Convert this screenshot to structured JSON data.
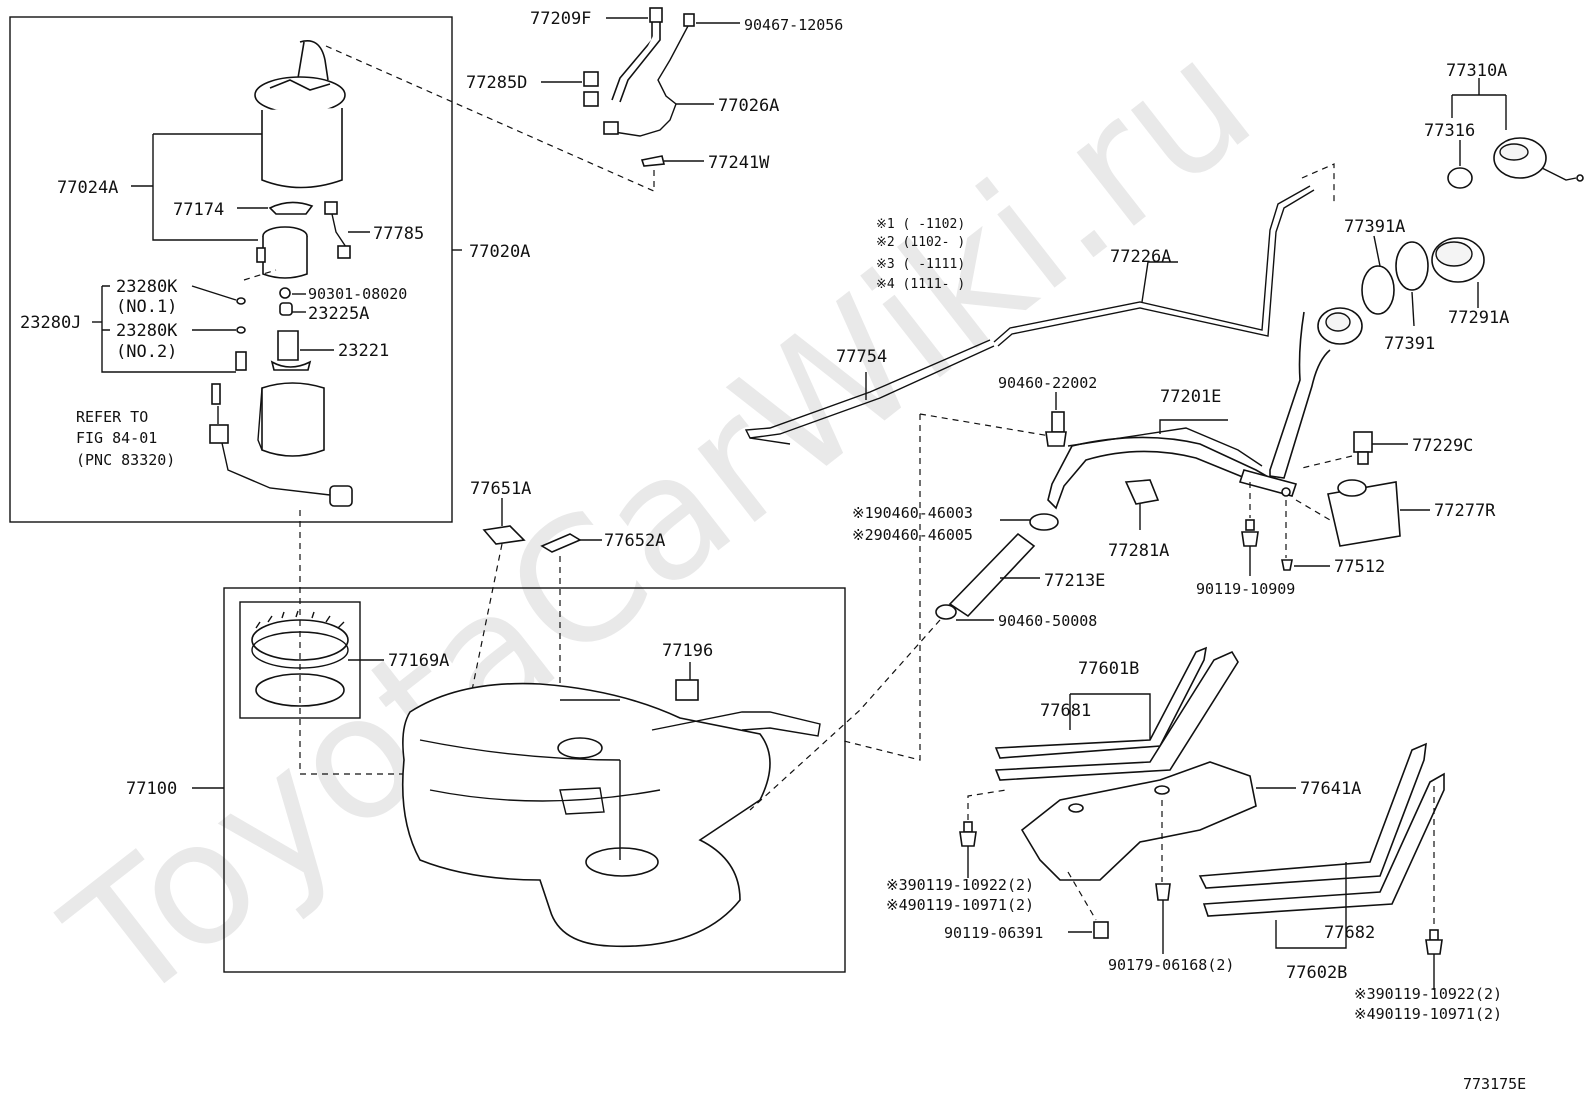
{
  "watermark": "ToyotaCarWiki.ru",
  "figure_code": "773175E",
  "notes": [
    "※1 (   -1102)",
    "※2 (1102-   )",
    "※3 (   -1111)",
    "※4 (1111-   )"
  ],
  "refer": [
    "REFER TO",
    "FIG 84-01",
    "(PNC 83320)"
  ],
  "labels": {
    "p77209F": "77209F",
    "p90467": "90467-12056",
    "p77285D": "77285D",
    "p77026A": "77026A",
    "p77241W": "77241W",
    "p77310A": "77310A",
    "p77316": "77316",
    "p77024A": "77024A",
    "p77174": "77174",
    "p77785": "77785",
    "p77020A": "77020A",
    "p23280K1": "23280K",
    "p23280K1n": "(NO.1)",
    "p23280J": "23280J",
    "p23280K2": "23280K",
    "p23280K2n": "(NO.2)",
    "p90301": "90301-08020",
    "p23225A": "23225A",
    "p23221": "23221",
    "p77226A": "77226A",
    "p77391A": "77391A",
    "p77291A": "77291A",
    "p77391": "77391",
    "p77754": "77754",
    "p90460_22002": "90460-22002",
    "p77201E": "77201E",
    "p77229C": "77229C",
    "p77651A": "77651A",
    "p77652A": "77652A",
    "p77277R": "77277R",
    "p90460_46003": "※190460-46003",
    "p90460_46005": "※290460-46005",
    "p77281A": "77281A",
    "p77512": "77512",
    "p90119_10909": "90119-10909",
    "p77213E": "77213E",
    "p90460_50008": "90460-50008",
    "p77196": "77196",
    "p77169A": "77169A",
    "p77601B": "77601B",
    "p77681": "77681",
    "p77100": "77100",
    "p77641A": "77641A",
    "p90119_10922a": "※390119-10922(2)",
    "p90119_10971a": "※490119-10971(2)",
    "p90119_06391": "90119-06391",
    "p90179": "90179-06168(2)",
    "p77682": "77682",
    "p77602B": "77602B",
    "p90119_10922b": "※390119-10922(2)",
    "p90119_10971b": "※490119-10971(2)"
  }
}
